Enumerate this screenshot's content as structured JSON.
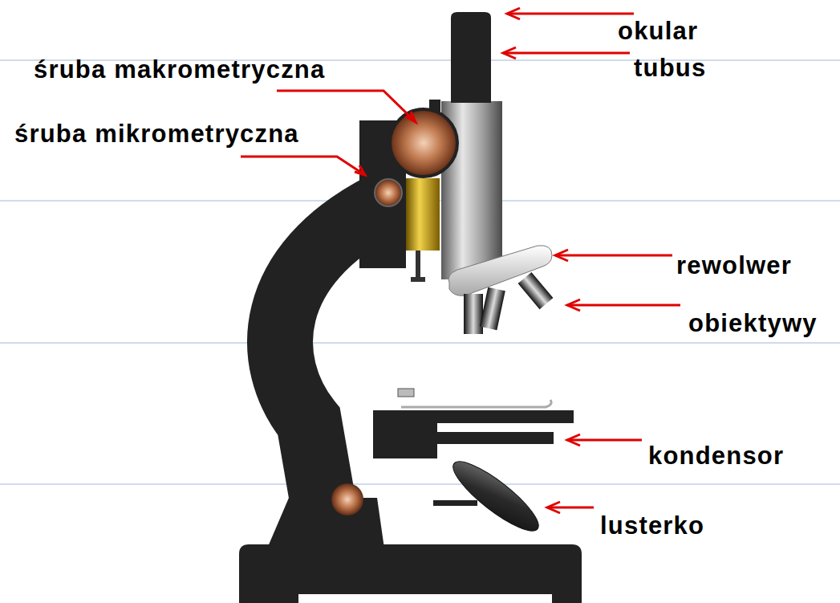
{
  "diagram": {
    "labels": [
      "okular",
      "tubus",
      "śruba makrometryczna",
      "śruba mikrometryczna",
      "rewolwer",
      "obiektywy",
      "kondensor",
      "lusterko"
    ]
  }
}
